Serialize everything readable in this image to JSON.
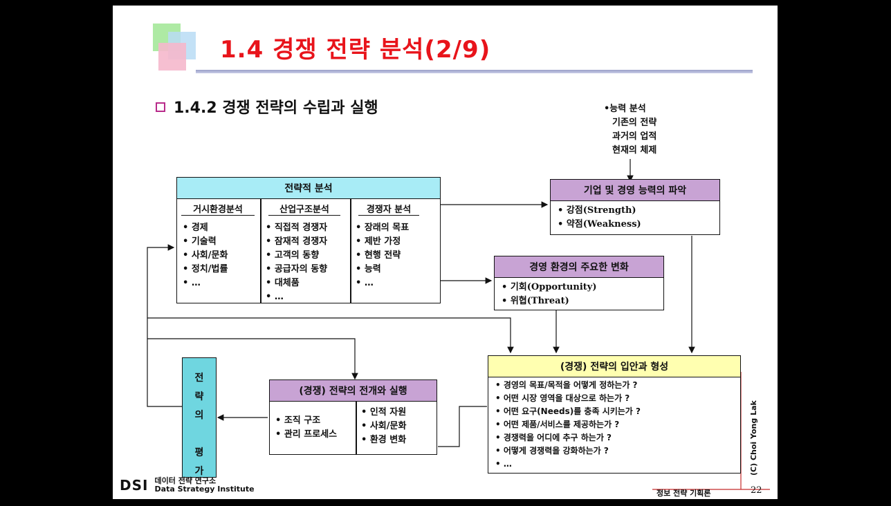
{
  "title": "1.4 경쟁 전략 분석(2/9)",
  "subtitle": "1.4.2 경쟁 전략의 수립과 실행",
  "ability": {
    "head": "•능력 분석",
    "items": [
      "기존의 전략",
      "과거의 업적",
      "현재의 체제"
    ]
  },
  "strategic_analysis": {
    "header": "전략적 분석",
    "columns": [
      {
        "title": "거시환경분석",
        "items": [
          "• 경제",
          "• 기술력",
          "• 사회/문화",
          "• 정치/법률",
          "• …"
        ]
      },
      {
        "title": "산업구조분석",
        "items": [
          "• 직접적 경쟁자",
          "• 잠재적 경쟁자",
          "• 고객의 동향",
          "• 공급자의 동향",
          "• 대체품",
          "• …"
        ]
      },
      {
        "title": "경쟁자 분석",
        "items": [
          "• 장래의 목표",
          "• 제반 가정",
          "• 현행 전략",
          "• 능력",
          "• …"
        ]
      }
    ]
  },
  "capability": {
    "header": "기업 및 경영 능력의 파악",
    "items": [
      "•  강점(Strength)",
      "•  약점(Weakness)"
    ]
  },
  "environment": {
    "header": "경영 환경의 주요한 변화",
    "items": [
      "•  기회(Opportunity)",
      "•  위협(Threat)"
    ]
  },
  "formulation": {
    "header": "(경쟁) 전략의 입안과 형성",
    "items": [
      "•  경영의 목표/목적을 어떻게 정하는가 ?",
      "•  어떤 시장 영역을 대상으로 하는가 ?",
      "•  어떤 요구(Needs)를 충족 시키는가 ?",
      "•  어떤 제품/서비스를 제공하는가 ?",
      "•  경쟁력을 어디에 추구 하는가 ?",
      "•  어떻게 경쟁력을 강화하는가 ?",
      "•    …"
    ]
  },
  "execution": {
    "header": "(경쟁) 전략의 전개와 실행",
    "left": [
      "• 조직 구조",
      "• 관리 프로세스"
    ],
    "right": [
      "• 인적 자원",
      "• 사회/문화",
      "• 환경 변화"
    ]
  },
  "evaluation": {
    "chars": [
      "전",
      "략",
      "의",
      "",
      "평",
      "가"
    ]
  },
  "copyright": "(C) Choi Yong Lak",
  "footer": {
    "logo": "DSI",
    "org_ko": "데이터 전략 연구소",
    "org_en": "Data Strategy Institute",
    "doc": "정보 전략 기획론",
    "page": "22"
  },
  "colors": {
    "title": "#e8141b",
    "cyan_header": "#a8ecf6",
    "purple_header": "#c8a3d4",
    "yellow_header": "#ffffb0",
    "evaluation_fill": "#6fd6e0"
  }
}
